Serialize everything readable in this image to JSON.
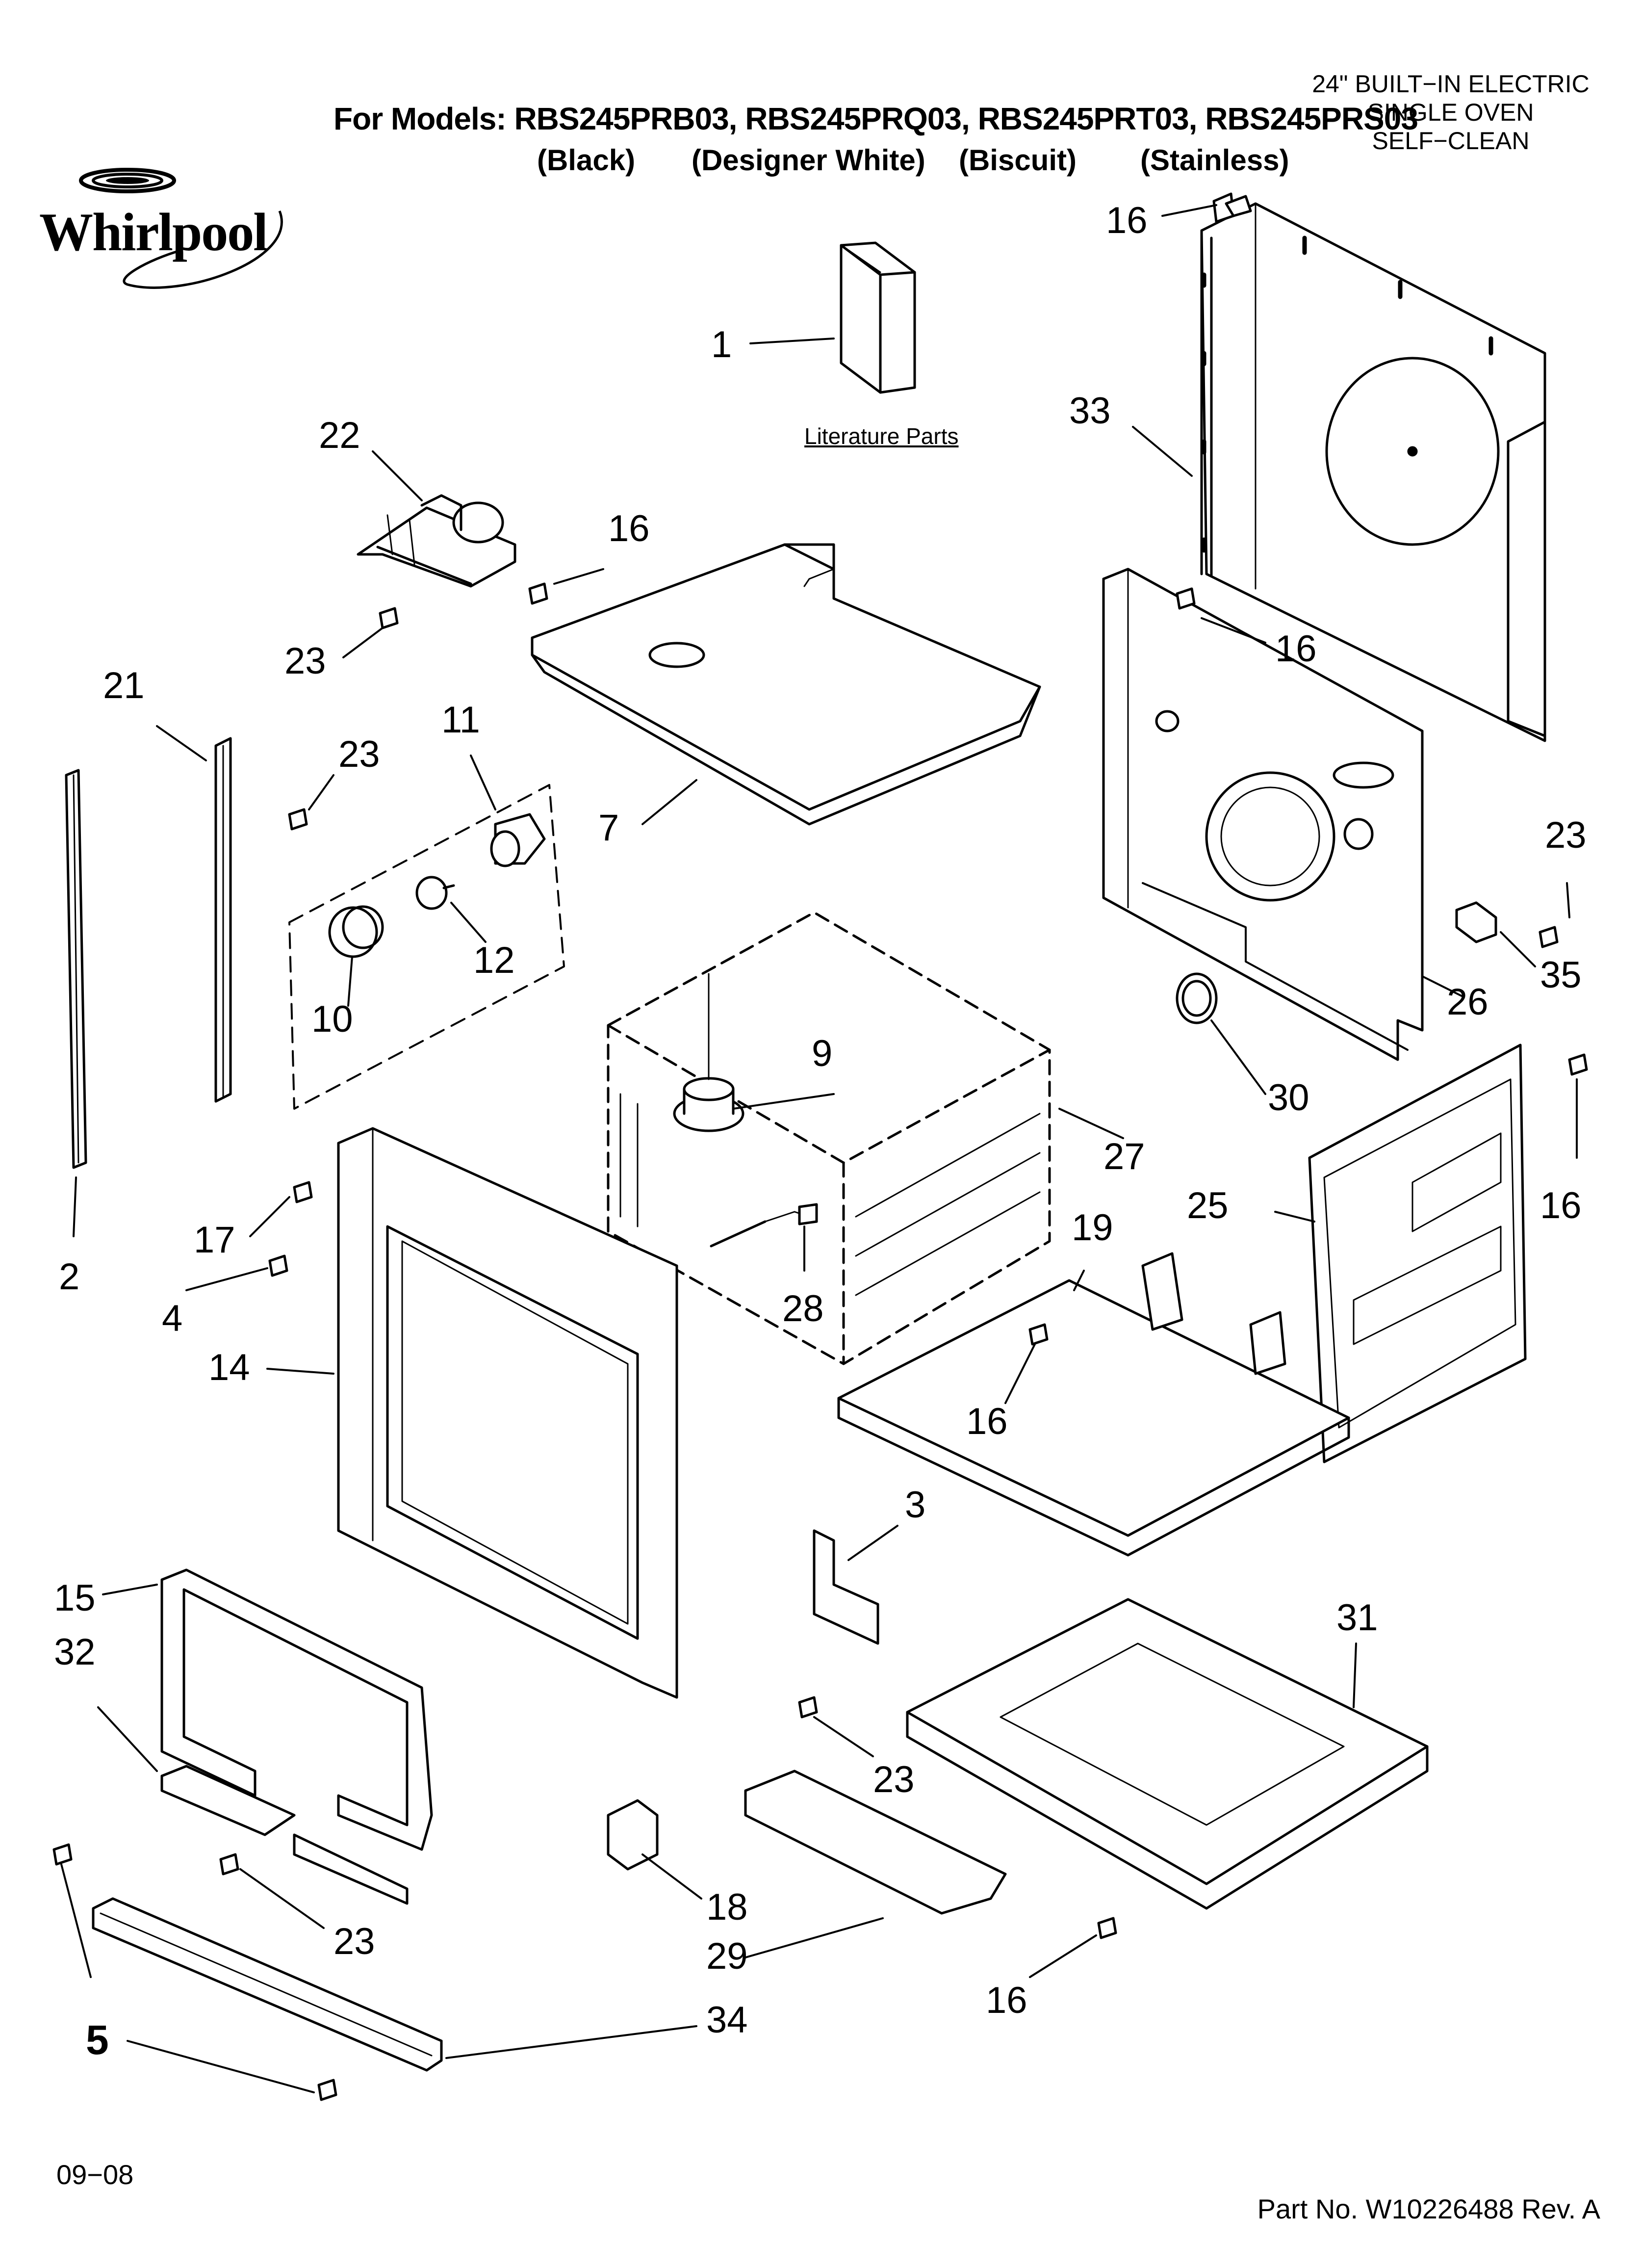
{
  "header": {
    "models_line": "For Models: RBS245PRB03, RBS245PRQ03, RBS245PRT03, RBS245PRS03",
    "colors": [
      "(Black)",
      "(Designer White)",
      "(Biscuit)",
      "(Stainless)"
    ],
    "product_type": [
      "24\" BUILT−IN ELECTRIC",
      "SINGLE OVEN",
      "SELF−CLEAN"
    ],
    "brand": "Whirlpool"
  },
  "literature_label": "Literature Parts",
  "callouts": [
    {
      "id": "c16a",
      "label": "16"
    },
    {
      "id": "c1",
      "label": "1"
    },
    {
      "id": "c33",
      "label": "33"
    },
    {
      "id": "c22",
      "label": "22"
    },
    {
      "id": "c16b",
      "label": "16"
    },
    {
      "id": "c16c",
      "label": "16"
    },
    {
      "id": "c23a",
      "label": "23"
    },
    {
      "id": "c21",
      "label": "21"
    },
    {
      "id": "c23b",
      "label": "23"
    },
    {
      "id": "c11",
      "label": "11"
    },
    {
      "id": "c7",
      "label": "7"
    },
    {
      "id": "c23c",
      "label": "23"
    },
    {
      "id": "c12",
      "label": "12"
    },
    {
      "id": "c35",
      "label": "35"
    },
    {
      "id": "c26",
      "label": "26"
    },
    {
      "id": "c10",
      "label": "10"
    },
    {
      "id": "c9",
      "label": "9"
    },
    {
      "id": "c30",
      "label": "30"
    },
    {
      "id": "c27",
      "label": "27"
    },
    {
      "id": "c25",
      "label": "25"
    },
    {
      "id": "c16d",
      "label": "16"
    },
    {
      "id": "c17",
      "label": "17"
    },
    {
      "id": "c19",
      "label": "19"
    },
    {
      "id": "c2",
      "label": "2"
    },
    {
      "id": "c4",
      "label": "4"
    },
    {
      "id": "c28",
      "label": "28"
    },
    {
      "id": "c14",
      "label": "14"
    },
    {
      "id": "c16e",
      "label": "16"
    },
    {
      "id": "c3",
      "label": "3"
    },
    {
      "id": "c15",
      "label": "15"
    },
    {
      "id": "c31",
      "label": "31"
    },
    {
      "id": "c32",
      "label": "32"
    },
    {
      "id": "c23d",
      "label": "23"
    },
    {
      "id": "c23e",
      "label": "23"
    },
    {
      "id": "c18",
      "label": "18"
    },
    {
      "id": "c29",
      "label": "29"
    },
    {
      "id": "c16f",
      "label": "16"
    },
    {
      "id": "c34",
      "label": "34"
    },
    {
      "id": "c5",
      "label": "5"
    }
  ],
  "footer": {
    "date": "09−08",
    "part_number": "Part No. W10226488 Rev. A"
  }
}
